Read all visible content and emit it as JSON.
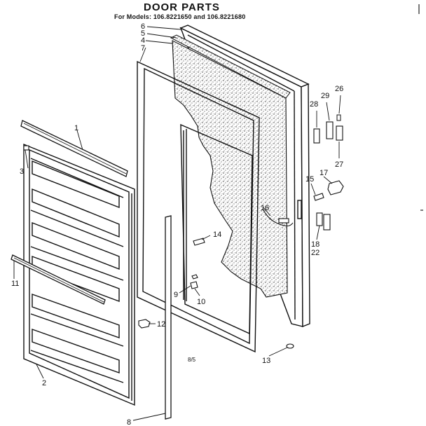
{
  "header": {
    "title": "DOOR PARTS",
    "subtitle": "For Models: 106.8221650 and 106.8221680"
  },
  "callouts": [
    "1",
    "2",
    "3",
    "4",
    "5",
    "6",
    "7",
    "8",
    "9",
    "10",
    "11",
    "12",
    "13",
    "14",
    "15",
    "16",
    "17",
    "18",
    "22",
    "26",
    "27",
    "28",
    "29"
  ],
  "figure_code": "8/5"
}
